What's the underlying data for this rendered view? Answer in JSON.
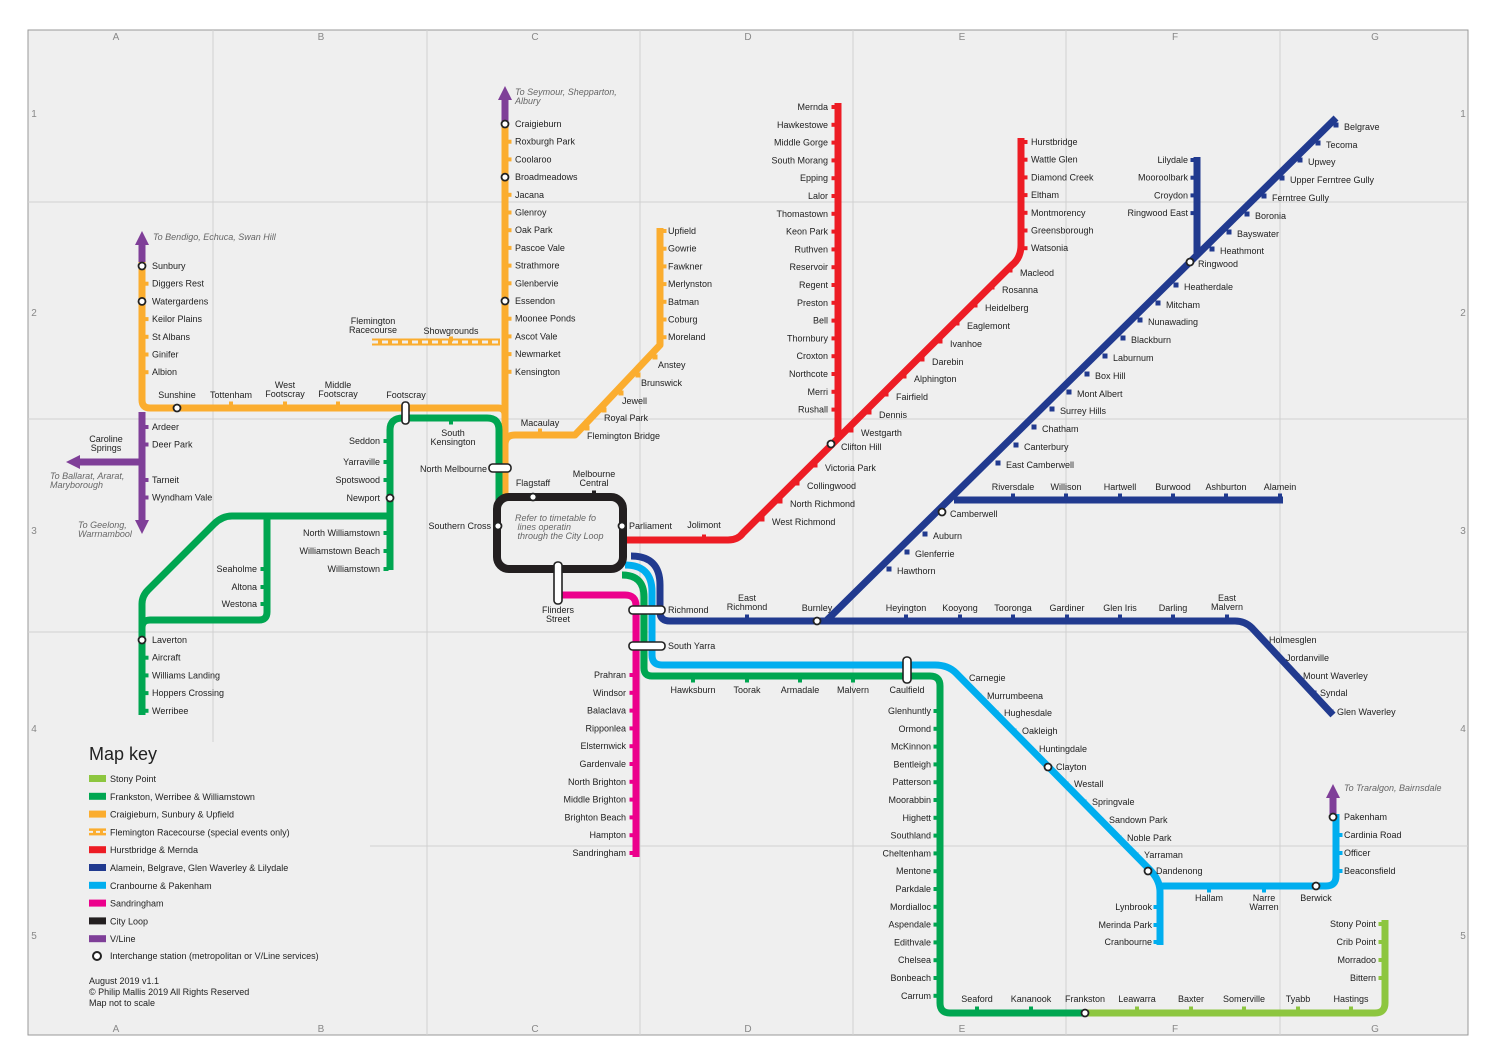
{
  "grid": {
    "cols": [
      "A",
      "B",
      "C",
      "D",
      "E",
      "F",
      "G"
    ],
    "rows": [
      "1",
      "2",
      "3",
      "4",
      "5"
    ]
  },
  "city_loop_note": "Refer to timetable for lines operating through the City Loop",
  "notes": {
    "bendigo": "To Bendigo, Echuca, Swan Hill",
    "seymour": "To Seymour, Shepparton, Albury",
    "ballarat": "To Ballarat, Ararat, Maryborough",
    "geelong": "To Geelong, Warrnambool",
    "traralgon": "To Traralgon, Bairnsdale"
  },
  "colors": {
    "stony_point": "#8dc63f",
    "frankston": "#00a651",
    "craigieburn": "#fbad2f",
    "hurstbridge": "#ed1c24",
    "alamein": "#213a8f",
    "cranbourne": "#00aeef",
    "sandringham": "#ec008c",
    "city_loop": "#231f20",
    "vline": "#7f3f98"
  },
  "key": {
    "title": "Map key",
    "items": [
      {
        "label": "Stony Point",
        "color": "#8dc63f",
        "style": "solid"
      },
      {
        "label": "Frankston, Werribee & Williamstown",
        "color": "#00a651",
        "style": "solid"
      },
      {
        "label": "Craigieburn, Sunbury & Upfield",
        "color": "#fbad2f",
        "style": "solid"
      },
      {
        "label": "Flemington Racecourse (special events only)",
        "color": "#fbad2f",
        "style": "dashed"
      },
      {
        "label": "Hurstbridge & Mernda",
        "color": "#ed1c24",
        "style": "solid"
      },
      {
        "label": "Alamein, Belgrave, Glen Waverley & Lilydale",
        "color": "#213a8f",
        "style": "solid"
      },
      {
        "label": "Cranbourne & Pakenham",
        "color": "#00aeef",
        "style": "solid"
      },
      {
        "label": "Sandringham",
        "color": "#ec008c",
        "style": "solid"
      },
      {
        "label": "City Loop",
        "color": "#231f20",
        "style": "solid"
      },
      {
        "label": "V/Line",
        "color": "#7f3f98",
        "style": "solid"
      }
    ],
    "interchange_label": "Interchange station (metropolitan or V/Line services)"
  },
  "footer": [
    "August 2019 v1.1",
    "© Philip Mallis 2019 All Rights Reserved",
    "Map not to scale"
  ],
  "stations": {
    "craigieburn": [
      "Craigieburn",
      "Roxburgh Park",
      "Coolaroo",
      "Broadmeadows",
      "Jacana",
      "Glenroy",
      "Oak Park",
      "Pascoe Vale",
      "Strathmore",
      "Glenbervie",
      "Essendon",
      "Moonee Ponds",
      "Ascot Vale",
      "Newmarket",
      "Kensington"
    ],
    "sunbury": [
      "Sunbury",
      "Diggers Rest",
      "Watergardens",
      "Keilor Plains",
      "St Albans",
      "Ginifer",
      "Albion"
    ],
    "sunbury_trunk": [
      "Sunshine",
      "Tottenham",
      "West Footscray",
      "Middle Footscray",
      "Footscray"
    ],
    "flemington": [
      "Flemington Racecourse",
      "Showgrounds"
    ],
    "upfield": [
      "Upfield",
      "Gowrie",
      "Fawkner",
      "Merlynston",
      "Batman",
      "Coburg",
      "Moreland",
      "Anstey",
      "Brunswick",
      "Jewell",
      "Royal Park",
      "Flemington Bridge",
      "Macaulay"
    ],
    "werribee_a": [
      "Ardeer",
      "Deer Park",
      "Tarneit",
      "Wyndham Vale"
    ],
    "vline_west": [
      "Caroline Springs"
    ],
    "werribee": [
      "Seddon",
      "Yarraville",
      "Spotswood",
      "Newport",
      "North Williamstown",
      "Williamstown Beach",
      "Williamstown",
      "Seaholme",
      "Altona",
      "Westona",
      "Laverton",
      "Aircraft",
      "Williams Landing",
      "Hoppers Crossing",
      "Werribee"
    ],
    "city": [
      "South Kensington",
      "North Melbourne",
      "Southern Cross",
      "Flagstaff",
      "Melbourne Central",
      "Parliament",
      "Flinders Street",
      "Richmond",
      "South Yarra",
      "Jolimont"
    ],
    "mernda": [
      "Mernda",
      "Hawkestowe",
      "Middle Gorge",
      "South Morang",
      "Epping",
      "Lalor",
      "Thomastown",
      "Keon Park",
      "Ruthven",
      "Reservoir",
      "Regent",
      "Preston",
      "Bell",
      "Thornbury",
      "Croxton",
      "Northcote",
      "Merri",
      "Rushall"
    ],
    "hurstbridge": [
      "Hurstbridge",
      "Wattle Glen",
      "Diamond Creek",
      "Eltham",
      "Montmorency",
      "Greensborough",
      "Watsonia",
      "Macleod",
      "Rosanna",
      "Heidelberg",
      "Eaglemont",
      "Ivanhoe",
      "Darebin",
      "Alphington",
      "Fairfield",
      "Dennis",
      "Westgarth",
      "Clifton Hill",
      "Victoria Park",
      "Collingwood",
      "North Richmond",
      "West Richmond"
    ],
    "belgrave": [
      "Belgrave",
      "Tecoma",
      "Upwey",
      "Upper Ferntree Gully",
      "Ferntree Gully",
      "Boronia",
      "Bayswater",
      "Heathmont",
      "Ringwood",
      "Heatherdale",
      "Mitcham",
      "Nunawading",
      "Blackburn",
      "Laburnum",
      "Box Hill",
      "Mont Albert",
      "Surrey Hills",
      "Chatham",
      "Canterbury",
      "East Camberwell",
      "Camberwell",
      "Auburn",
      "Glenferrie",
      "Hawthorn"
    ],
    "lilydale": [
      "Lilydale",
      "Mooroolbark",
      "Croydon",
      "Ringwood East"
    ],
    "alamein": [
      "Riversdale",
      "Willison",
      "Hartwell",
      "Burwood",
      "Ashburton",
      "Alamein"
    ],
    "glen_waverley": [
      "East Richmond",
      "Burnley",
      "Heyington",
      "Kooyong",
      "Tooronga",
      "Gardiner",
      "Glen Iris",
      "Darling",
      "East Malvern",
      "Holmesglen",
      "Jordanville",
      "Mount Waverley",
      "Syndal",
      "Glen Waverley"
    ],
    "sandringham": [
      "Prahran",
      "Windsor",
      "Balaclava",
      "Ripponlea",
      "Elsternwick",
      "Gardenvale",
      "North Brighton",
      "Middle Brighton",
      "Brighton Beach",
      "Hampton",
      "Sandringham"
    ],
    "frankston_mid": [
      "Hawksburn",
      "Toorak",
      "Armadale",
      "Malvern",
      "Caulfield"
    ],
    "frankston": [
      "Glenhuntly",
      "Ormond",
      "McKinnon",
      "Bentleigh",
      "Patterson",
      "Moorabbin",
      "Highett",
      "Southland",
      "Cheltenham",
      "Mentone",
      "Parkdale",
      "Mordialloc",
      "Aspendale",
      "Edithvale",
      "Chelsea",
      "Bonbeach",
      "Carrum",
      "Seaford",
      "Kananook",
      "Frankston"
    ],
    "cranbourne": [
      "Carnegie",
      "Murrumbeena",
      "Hughesdale",
      "Oakleigh",
      "Huntingdale",
      "Clayton",
      "Westall",
      "Springvale",
      "Sandown Park",
      "Noble Park",
      "Yarraman",
      "Dandenong",
      "Lynbrook",
      "Merinda Park",
      "Cranbourne"
    ],
    "pakenham": [
      "Hallam",
      "Narre Warren",
      "Berwick",
      "Beaconsfield",
      "Officer",
      "Cardinia Road",
      "Pakenham"
    ],
    "stony_point": [
      "Leawarra",
      "Baxter",
      "Somerville",
      "Tyabb",
      "Hastings",
      "Bittern",
      "Morradoo",
      "Crib Point",
      "Stony Point"
    ]
  }
}
